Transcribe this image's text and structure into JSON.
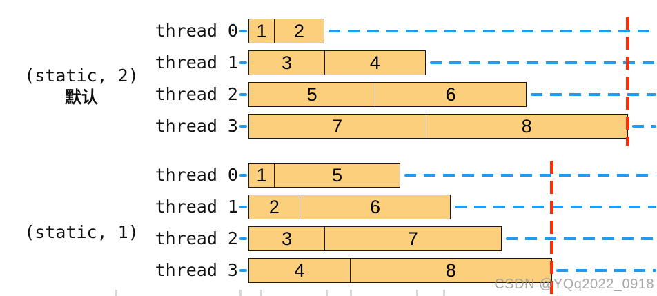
{
  "colors": {
    "bar_fill": "#FBCF7C",
    "bar_border": "#1A1A1A",
    "timeline_blue": "#1E9BF2",
    "deadline_red": "#F5300C",
    "tick_gray": "#D8D8D8",
    "watermark_gray": "#9E9EA0"
  },
  "groups": [
    {
      "label_lines": [
        "(static, 2)",
        "默认"
      ],
      "finish_units": 15,
      "threads": [
        {
          "label": "thread 0",
          "segments": [
            {
              "text": "1",
              "units": 1
            },
            {
              "text": "2",
              "units": 2
            }
          ]
        },
        {
          "label": "thread 1",
          "segments": [
            {
              "text": "3",
              "units": 3
            },
            {
              "text": "4",
              "units": 4
            }
          ]
        },
        {
          "label": "thread 2",
          "segments": [
            {
              "text": "5",
              "units": 5
            },
            {
              "text": "6",
              "units": 6
            }
          ]
        },
        {
          "label": "thread 3",
          "segments": [
            {
              "text": "7",
              "units": 7
            },
            {
              "text": "8",
              "units": 8
            }
          ]
        }
      ]
    },
    {
      "label_lines": [
        "(static, 1)"
      ],
      "finish_units": 12,
      "threads": [
        {
          "label": "thread 0",
          "segments": [
            {
              "text": "1",
              "units": 1
            },
            {
              "text": "5",
              "units": 5
            }
          ]
        },
        {
          "label": "thread 1",
          "segments": [
            {
              "text": "2",
              "units": 2
            },
            {
              "text": "6",
              "units": 6
            }
          ]
        },
        {
          "label": "thread 2",
          "segments": [
            {
              "text": "3",
              "units": 3
            },
            {
              "text": "7",
              "units": 7
            }
          ]
        },
        {
          "label": "thread 3",
          "segments": [
            {
              "text": "4",
              "units": 4
            },
            {
              "text": "8",
              "units": 8
            }
          ]
        }
      ]
    }
  ],
  "artifacts": {
    "bottom_ticks_x": [
      167,
      347,
      377,
      472,
      507,
      603,
      642
    ]
  },
  "watermark": "CSDN @YQq2022_0918"
}
